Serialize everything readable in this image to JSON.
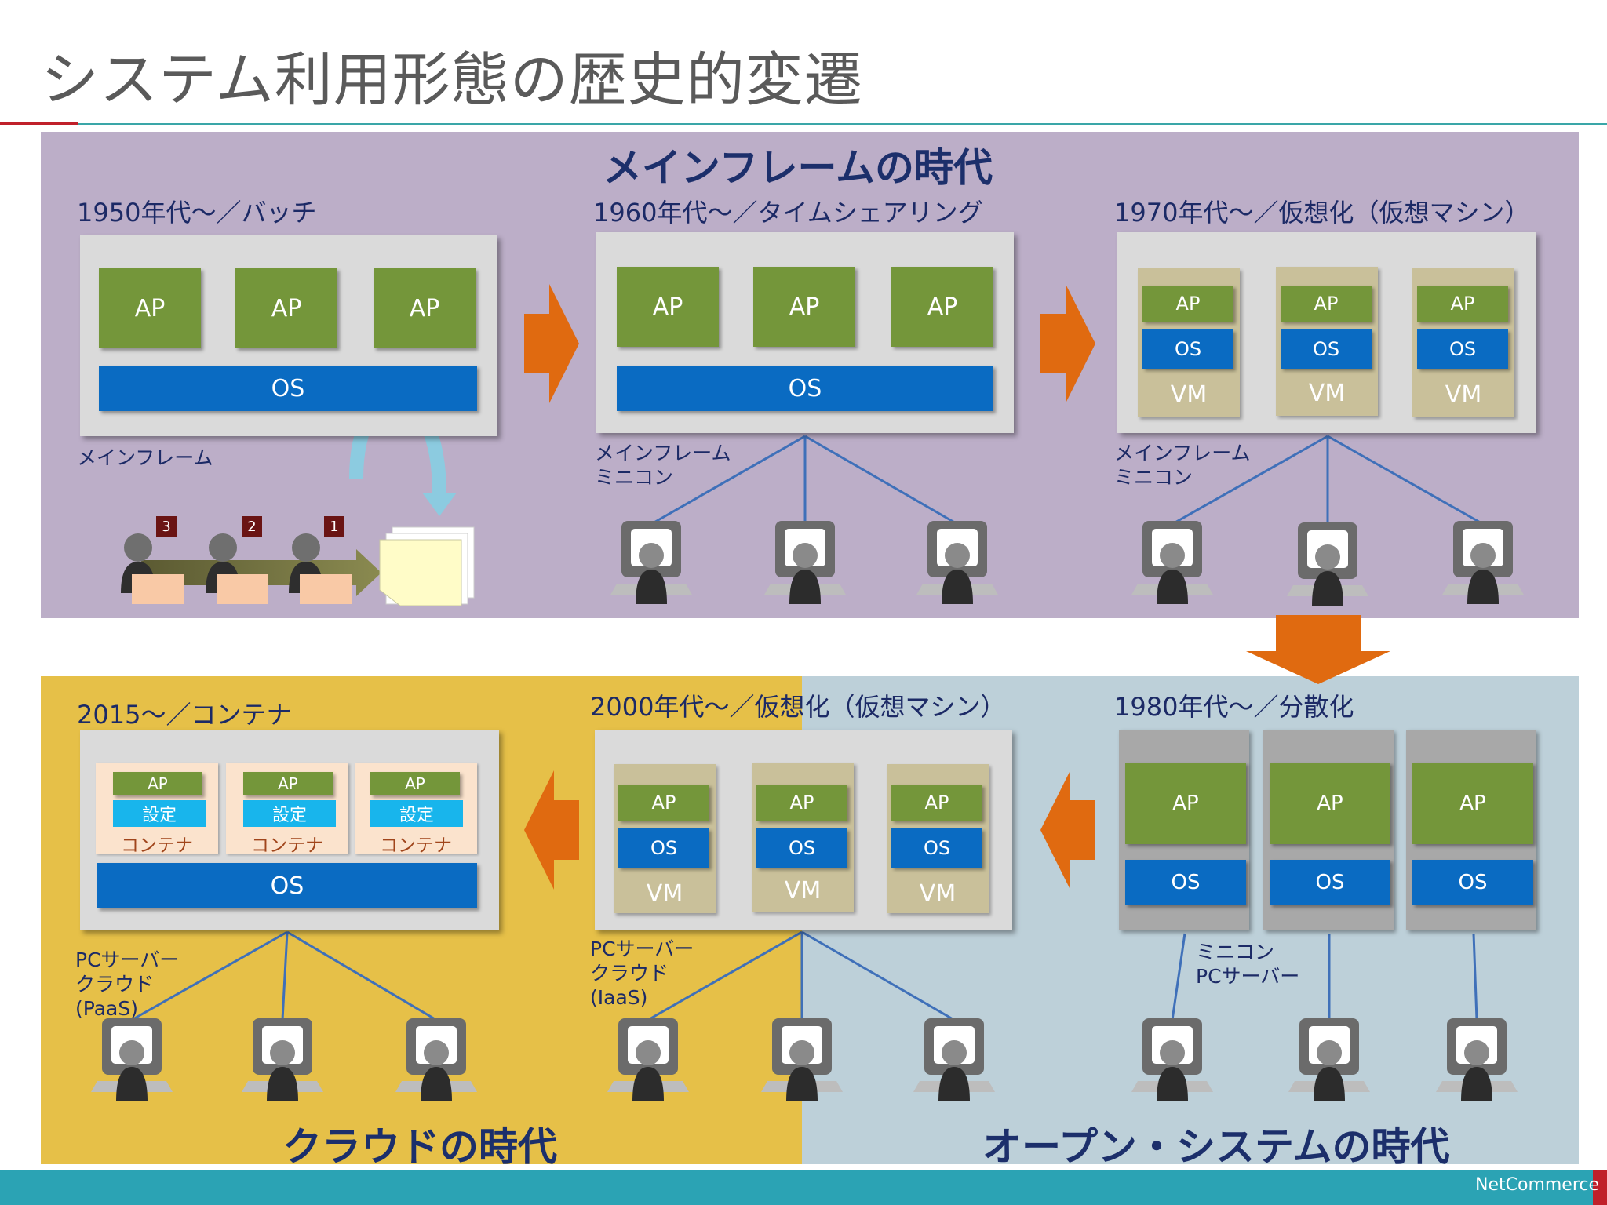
{
  "title": "システム利用形態の歴史的変遷",
  "eras": {
    "mainframe": "メインフレームの時代",
    "cloud": "クラウドの時代",
    "open": "オープン・システムの時代"
  },
  "periods": {
    "p1950": "1950年代～／バッチ",
    "p1960": "1960年代～／タイムシェアリング",
    "p1970": "1970年代～／仮想化（仮想マシン）",
    "p1980": "1980年代～／分散化",
    "p2000": "2000年代～／仮想化（仮想マシン）",
    "p2015": "2015～／コンテナ"
  },
  "labels": {
    "mainframe": "メインフレーム",
    "mainframe_minicon": "メインフレーム\nミニコン",
    "minicon_pc": "ミニコン\nPCサーバー",
    "pc_cloud_iaas": "PCサーバー\nクラウド\n(IaaS)",
    "pc_cloud_paas": "PCサーバー\nクラウド\n(PaaS)"
  },
  "blocks": {
    "ap": "AP",
    "os": "OS",
    "vm": "VM",
    "settings": "設定",
    "container": "コンテナ"
  },
  "batch_jobs": [
    "3",
    "2",
    "1"
  ],
  "footer": {
    "logo": "NetCommerce"
  },
  "colors": {
    "mainframe_panel": "#bcaec8",
    "cloud_panel": "#e6c048",
    "open_panel": "#bdd0d9",
    "ap": "#74963a",
    "os": "#0a6bc2",
    "vm": "#c9c09a",
    "settings": "#18b5ec",
    "arrow": "#e06a10",
    "era_text": "#1c2f6b",
    "footer": "#2ba3b4"
  }
}
